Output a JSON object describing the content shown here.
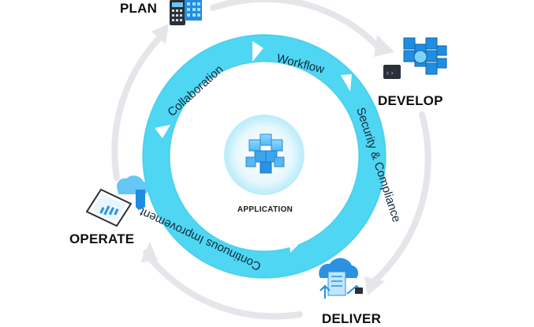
{
  "stages": {
    "plan": "PLAN",
    "develop": "DEVELOP",
    "deliver": "DELIVER",
    "operate": "OPERATE"
  },
  "center": {
    "label": "APPLICATION"
  },
  "ring_segments": [
    "Collaboration",
    "Workflow",
    "Security & Compliance",
    "Continuous Improvement"
  ],
  "colors": {
    "ring": "#4fd6f2",
    "ring_dark": "#2bc3e6",
    "outer_arrow": "#e4e6ea",
    "icon_blue": "#1f8ee0",
    "icon_light": "#66c6f5",
    "text": "#0f0f0f"
  },
  "icons": {
    "plan": "calculator-building-icon",
    "develop": "code-cubes-icon",
    "deliver": "cloud-deploy-icon",
    "operate": "monitor-chart-icon",
    "center": "cubes-icon"
  }
}
